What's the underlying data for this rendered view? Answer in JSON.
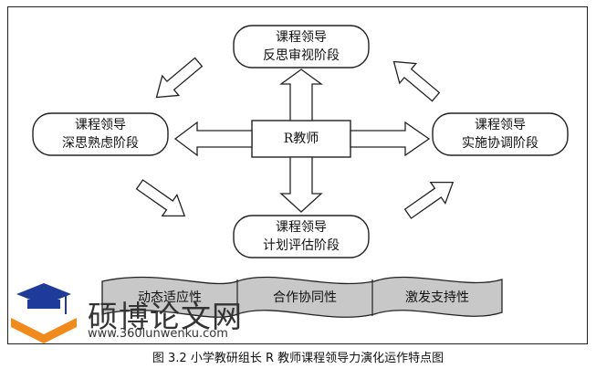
{
  "center_node": "R教师",
  "stages": {
    "top": [
      "课程领导",
      "反思审视阶段"
    ],
    "left": [
      "课程领导",
      "深思熟虑阶段"
    ],
    "right": [
      "课程领导",
      "实施协调阶段"
    ],
    "bottom": [
      "课程领导",
      "计划评估阶段"
    ]
  },
  "bands": [
    "动态适应性",
    "合作协同性",
    "激发支持性"
  ],
  "watermark": {
    "title": "硕博论文网",
    "url": "www.360lunwenku.com"
  },
  "caption": "图 3.2  小学教研组长 R 教师课程领导力演化运作特点图",
  "colors": {
    "line": "#222222",
    "band_fill": "#c8c8c8",
    "logo_blue": "#1f3b9a",
    "logo_orange": "#f08a1c"
  }
}
